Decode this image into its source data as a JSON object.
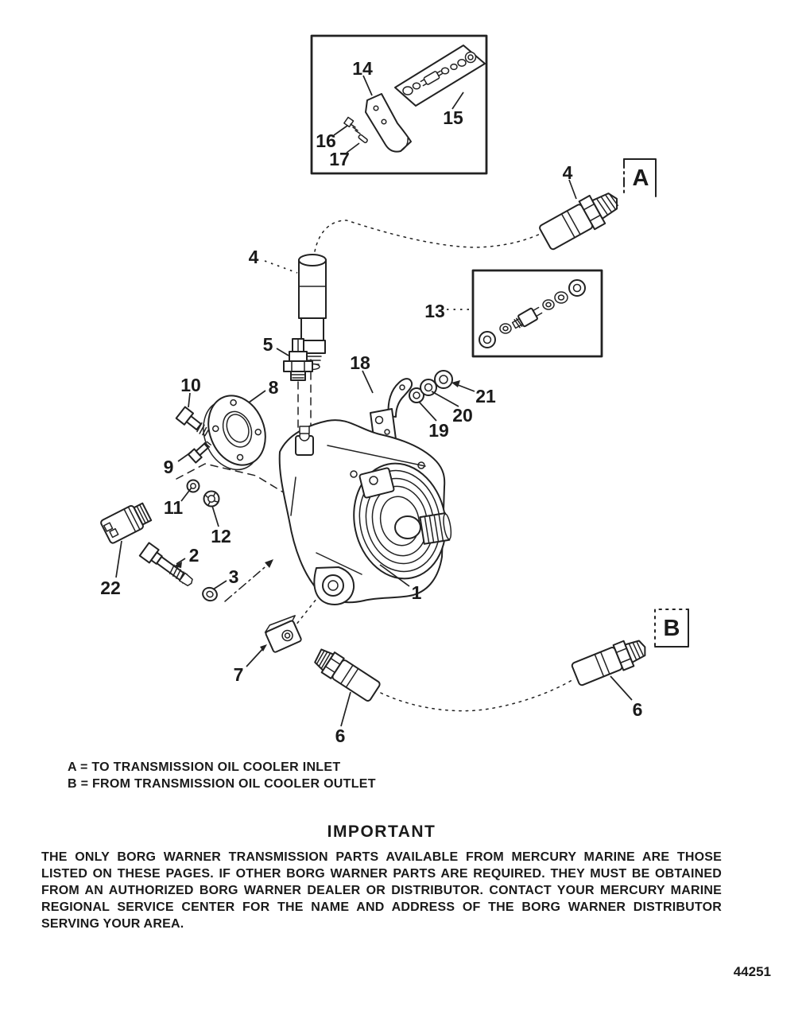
{
  "page": {
    "drawing_number": "44251"
  },
  "legend": {
    "line_a": "A = TO TRANSMISSION OIL COOLER INLET",
    "line_b": "B = FROM TRANSMISSION OIL COOLER OUTLET"
  },
  "notice": {
    "title": "IMPORTANT",
    "body": "THE ONLY BORG WARNER TRANSMISSION PARTS AVAILABLE FROM MERCURY MARINE ARE THOSE LISTED ON THESE PAGES.  IF OTHER BORG WARNER PARTS ARE REQUIRED. THEY MUST BE OBTAINED FROM AN AUTHORIZED BORG WARNER DEALER OR DISTRIBUTOR. CONTACT YOUR MERCURY MARINE REGIONAL SERVICE CENTER FOR THE NAME AND ADDRESS OF THE BORG WARNER DISTRIBUTOR SERVING YOUR AREA."
  },
  "sections": {
    "a": "A",
    "b": "B"
  },
  "callouts": [
    {
      "num": "14"
    },
    {
      "num": "15"
    },
    {
      "num": "16"
    },
    {
      "num": "17"
    },
    {
      "num": "4"
    },
    {
      "num": "4"
    },
    {
      "num": "13"
    },
    {
      "num": "5"
    },
    {
      "num": "18"
    },
    {
      "num": "19"
    },
    {
      "num": "20"
    },
    {
      "num": "21"
    },
    {
      "num": "10"
    },
    {
      "num": "8"
    },
    {
      "num": "9"
    },
    {
      "num": "11"
    },
    {
      "num": "12"
    },
    {
      "num": "22"
    },
    {
      "num": "2"
    },
    {
      "num": "3"
    },
    {
      "num": "1"
    },
    {
      "num": "7"
    },
    {
      "num": "6"
    },
    {
      "num": "6"
    }
  ]
}
